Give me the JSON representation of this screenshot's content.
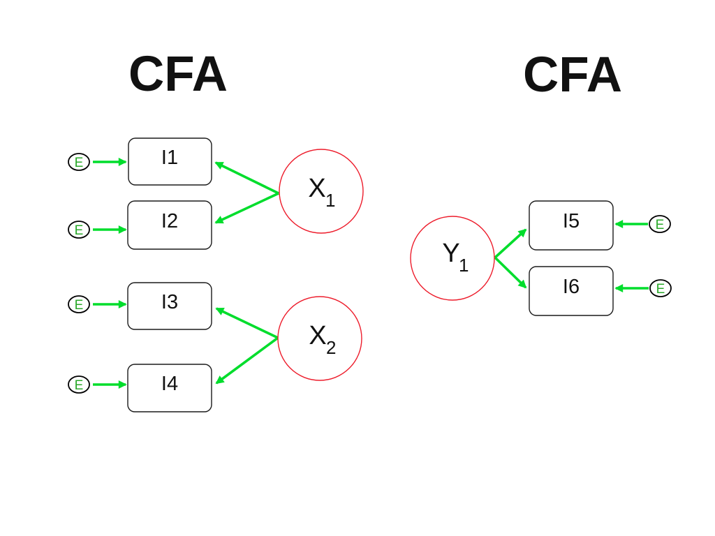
{
  "slide": {
    "titles": {
      "left": "CFA",
      "right": "CFA"
    }
  },
  "colors": {
    "arrow_green": "#00dd2c",
    "error_green": "#2aa82a",
    "latent_red": "#ed1c2b",
    "box_border": "#1a1a1a",
    "text_black": "#111111",
    "background": "#ffffff"
  },
  "left_model": {
    "indicators": [
      {
        "label": "I1"
      },
      {
        "label": "I2"
      },
      {
        "label": "I3"
      },
      {
        "label": "I4"
      }
    ],
    "latents": [
      {
        "base": "X",
        "sub": "1"
      },
      {
        "base": "X",
        "sub": "2"
      }
    ],
    "errors": [
      "E",
      "E",
      "E",
      "E"
    ]
  },
  "right_model": {
    "indicators": [
      {
        "label": "I5"
      },
      {
        "label": "I6"
      }
    ],
    "latents": [
      {
        "base": "Y",
        "sub": "1"
      }
    ],
    "errors": [
      "E",
      "E"
    ]
  }
}
